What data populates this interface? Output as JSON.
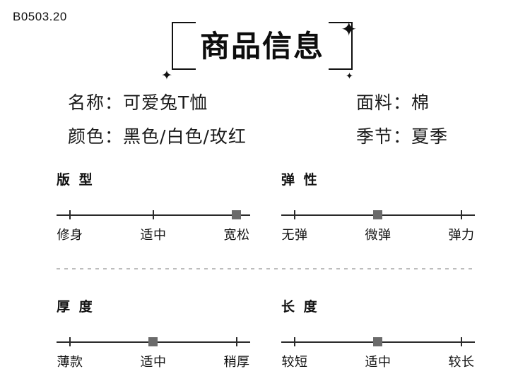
{
  "corner_code": "B0503.20",
  "title": "商品信息",
  "sparkles": [
    "✦",
    "✦",
    "✦"
  ],
  "info": [
    {
      "left_label": "名称：",
      "left_value": "可爱兔T恤",
      "right_label": "面料：",
      "right_value": "棉"
    },
    {
      "left_label": "颜色：",
      "left_value": "黑色/白色/玫红",
      "right_label": "季节：",
      "right_value": "夏季"
    }
  ],
  "specs": [
    {
      "title": "版 型",
      "options": [
        "修身",
        "适中",
        "宽松"
      ],
      "selected_index": 2
    },
    {
      "title": "弹 性",
      "options": [
        "无弹",
        "微弹",
        "弹力"
      ],
      "selected_index": 1
    },
    {
      "title": "厚 度",
      "options": [
        "薄款",
        "适中",
        "稍厚"
      ],
      "selected_index": 1
    },
    {
      "title": "长 度",
      "options": [
        "较短",
        "适中",
        "较长"
      ],
      "selected_index": 1
    }
  ]
}
